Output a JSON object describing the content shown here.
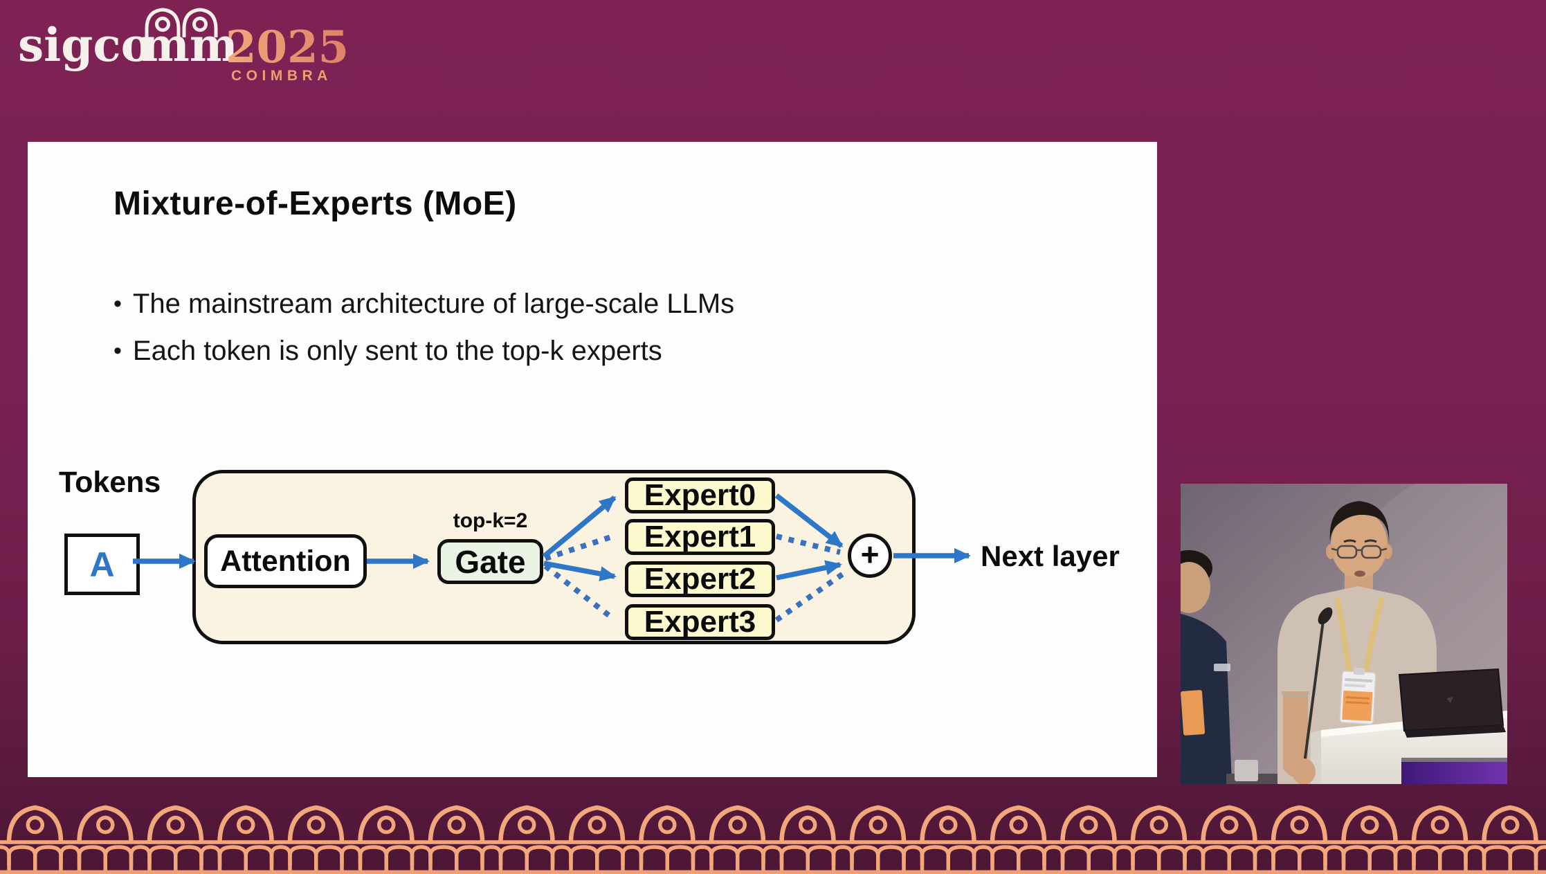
{
  "theme": {
    "background_maroon": "#7a2150",
    "border_orange": "#f2a87c",
    "arrow_blue": "#2e77c8",
    "arrow_blue_dotted": "#3a70bd",
    "container_cream": "#faf3e2",
    "expert_yellow": "#fcf9cf",
    "gate_green": "#e9f4e5"
  },
  "logo": {
    "wordmark_prefix": "sigco",
    "wordmark_arches": "mm",
    "year": "2025",
    "city": "COIMBRA"
  },
  "slide": {
    "title": "Mixture-of-Experts (MoE)",
    "bullets": [
      "The mainstream architecture of large-scale LLMs",
      "Each token is only sent to the top-k experts"
    ],
    "diagram": {
      "tokens_label": "Tokens",
      "token_value": "A",
      "attention_label": "Attention",
      "topk_label": "top-k=2",
      "gate_label": "Gate",
      "experts": [
        "Expert0",
        "Expert1",
        "Expert2",
        "Expert3"
      ],
      "sum_symbol": "+",
      "next_layer_label": "Next layer"
    }
  }
}
